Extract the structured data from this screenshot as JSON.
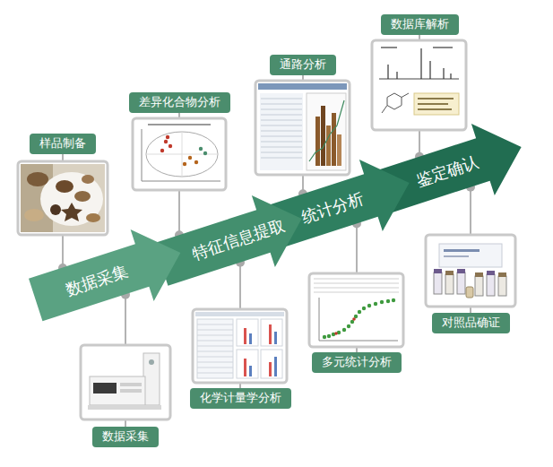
{
  "diagram": {
    "nodes": [
      {
        "text": [
          "数据采集"
        ]
      },
      {
        "text": [
          "特征信息提取"
        ]
      },
      {
        "text": [
          "统计分析"
        ]
      },
      {
        "text": [
          "鉴定确认"
        ]
      },
      {
        "text": [
          "样品制备"
        ]
      },
      {
        "text": [
          "数据采集"
        ]
      },
      {
        "text": [
          "差异化合物分析"
        ]
      },
      {
        "text": [
          "化学计量学分析"
        ]
      },
      {
        "text": [
          "通路分析"
        ]
      },
      {
        "text": [
          "多元统计分析"
        ]
      },
      {
        "text": [
          "数据库解析"
        ]
      },
      {
        "text": [
          "对照品确证"
        ]
      }
    ],
    "edges": [
      {
        "from": 0,
        "to": 4,
        "arrow": "none"
      },
      {
        "from": 0,
        "to": 5,
        "arrow": "none"
      },
      {
        "from": 1,
        "to": 6,
        "arrow": "none"
      },
      {
        "from": 1,
        "to": 7,
        "arrow": "none"
      },
      {
        "from": 2,
        "to": 8,
        "arrow": "none"
      },
      {
        "from": 2,
        "to": 9,
        "arrow": "none"
      },
      {
        "from": 3,
        "to": 10,
        "arrow": "none"
      },
      {
        "from": 3,
        "to": 11,
        "arrow": "none"
      }
    ]
  }
}
